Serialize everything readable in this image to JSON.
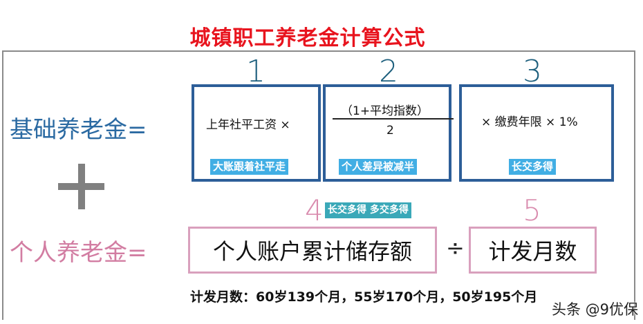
{
  "title": "城镇职工养老金计算公式",
  "basic_pension": {
    "label": "基础养老金=",
    "components": [
      {
        "number": "1",
        "formula": "上年社平工资 ×",
        "tag": "大账跟着社平走"
      },
      {
        "number": "2",
        "numerator": "（1+平均指数）",
        "denominator": "2",
        "tag": "个人差异被减半"
      },
      {
        "number": "3",
        "formula": "× 缴费年限 × 1%",
        "tag": "长交多得"
      }
    ]
  },
  "plus_sign": "+",
  "personal_pension": {
    "label": "个人养老金=",
    "components": [
      {
        "number": "4",
        "text": "个人账户累计储存额",
        "tag": "长交多得 多交多得"
      },
      {
        "number": "5",
        "text": "计发月数"
      }
    ],
    "operator": "÷"
  },
  "note": "计发月数：60岁139个月，55岁170个月，50岁195个月",
  "watermark": "头条 @9优保",
  "colors": {
    "title": "#e8141e",
    "blue_label": "#2b6aa2",
    "blue_box": "#2d5e98",
    "pink_label": "#d27da2",
    "pink_box": "#d9a0bd",
    "tag_blue": "#41aee4",
    "tag_teal": "#3aa8b8",
    "number_blue": "#1d5f7d"
  }
}
